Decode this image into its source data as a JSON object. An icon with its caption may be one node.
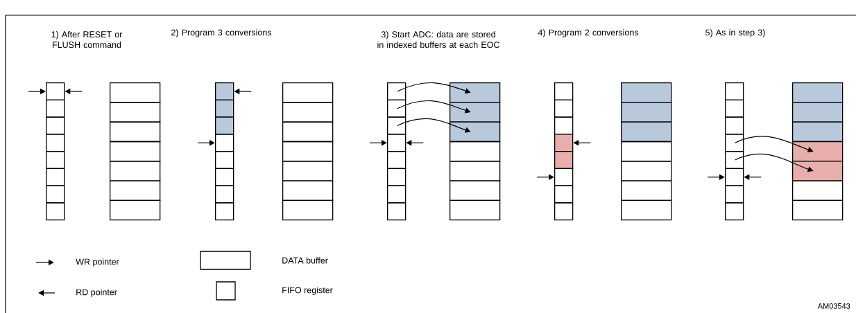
{
  "diagram": {
    "nodes": [
      {
        "text": [],
        "shape": "box"
      },
      {
        "text": [],
        "shape": "box"
      },
      {
        "text": [],
        "shape": "box"
      },
      {
        "text": [],
        "shape": "box"
      },
      {
        "text": [],
        "shape": "box"
      },
      {
        "text": [],
        "shape": "box"
      },
      {
        "text": [],
        "shape": "box"
      },
      {
        "text": [],
        "shape": "box"
      },
      {
        "text": [],
        "shape": "box"
      },
      {
        "text": [],
        "shape": "box"
      },
      {
        "text": [],
        "shape": "box"
      },
      {
        "text": [],
        "shape": "box"
      },
      {
        "text": [],
        "shape": "box"
      },
      {
        "text": [],
        "shape": "box"
      },
      {
        "text": [],
        "shape": "box"
      },
      {
        "text": [],
        "shape": "box"
      },
      {
        "text": [],
        "shape": "box"
      },
      {
        "text": [],
        "shape": "box"
      },
      {
        "text": [],
        "shape": "box"
      },
      {
        "text": [],
        "shape": "box"
      },
      {
        "text": [],
        "shape": "box"
      },
      {
        "text": [],
        "shape": "box"
      },
      {
        "text": [],
        "shape": "box"
      },
      {
        "text": [],
        "shape": "box"
      },
      {
        "text": [],
        "shape": "box"
      },
      {
        "text": [],
        "shape": "box"
      },
      {
        "text": [],
        "shape": "box"
      },
      {
        "text": [],
        "shape": "box"
      },
      {
        "text": [],
        "shape": "box"
      },
      {
        "text": [],
        "shape": "box"
      },
      {
        "text": [],
        "shape": "box"
      },
      {
        "text": [],
        "shape": "box"
      },
      {
        "text": [],
        "shape": "box"
      },
      {
        "text": [],
        "shape": "box"
      },
      {
        "text": [],
        "shape": "box"
      },
      {
        "text": [],
        "shape": "box"
      },
      {
        "text": [],
        "shape": "box"
      },
      {
        "text": [],
        "shape": "box"
      },
      {
        "text": [],
        "shape": "box"
      },
      {
        "text": [],
        "shape": "box"
      },
      {
        "text": [],
        "shape": "box"
      },
      {
        "text": [],
        "shape": "box"
      },
      {
        "text": [],
        "shape": "box"
      },
      {
        "text": [],
        "shape": "box"
      },
      {
        "text": [],
        "shape": "box"
      },
      {
        "text": [],
        "shape": "box"
      },
      {
        "text": [],
        "shape": "box"
      },
      {
        "text": [],
        "shape": "box"
      },
      {
        "text": [],
        "shape": "box"
      },
      {
        "text": [],
        "shape": "box"
      },
      {
        "text": [],
        "shape": "box"
      },
      {
        "text": [],
        "shape": "box"
      },
      {
        "text": [],
        "shape": "box"
      },
      {
        "text": [],
        "shape": "box"
      },
      {
        "text": [],
        "shape": "box"
      },
      {
        "text": [],
        "shape": "box"
      },
      {
        "text": [],
        "shape": "box"
      },
      {
        "text": [],
        "shape": "box"
      },
      {
        "text": [],
        "shape": "box"
      },
      {
        "text": [],
        "shape": "box"
      },
      {
        "text": [],
        "shape": "box"
      },
      {
        "text": [],
        "shape": "box"
      },
      {
        "text": [],
        "shape": "box"
      },
      {
        "text": [],
        "shape": "box"
      },
      {
        "text": [],
        "shape": "box"
      },
      {
        "text": [],
        "shape": "box"
      },
      {
        "text": [],
        "shape": "box"
      },
      {
        "text": [],
        "shape": "box"
      },
      {
        "text": [],
        "shape": "box"
      },
      {
        "text": [],
        "shape": "box"
      },
      {
        "text": [],
        "shape": "box"
      },
      {
        "text": [],
        "shape": "box"
      },
      {
        "text": [],
        "shape": "box"
      },
      {
        "text": [],
        "shape": "box"
      },
      {
        "text": [],
        "shape": "box"
      }
    ],
    "edges": [
      {
        "from": null,
        "to": 0,
        "arrow": "to"
      },
      {
        "from": null,
        "to": 0,
        "arrow": "to"
      },
      {
        "from": null,
        "to": 15,
        "arrow": "to"
      },
      {
        "from": null,
        "to": 18,
        "arrow": "to"
      },
      {
        "from": null,
        "to": 33,
        "arrow": "to"
      },
      {
        "from": null,
        "to": 33,
        "arrow": "to"
      },
      {
        "from": 30,
        "to": 38,
        "arrow": "to"
      },
      {
        "from": 31,
        "to": 39,
        "arrow": "to"
      },
      {
        "from": 32,
        "to": 40,
        "arrow": "to"
      },
      {
        "from": null,
        "to": 48,
        "arrow": "to"
      },
      {
        "from": null,
        "to": 50,
        "arrow": "to"
      },
      {
        "from": null,
        "to": 65,
        "arrow": "to"
      },
      {
        "from": null,
        "to": 65,
        "arrow": "to"
      },
      {
        "from": 63,
        "to": 71,
        "arrow": "to"
      },
      {
        "from": 64,
        "to": 72,
        "arrow": "to"
      }
    ],
    "labels": [
      "1) After RESET or FLUSH command",
      "2) Program 3 conversions",
      "3) Start ADC: data are stored in indexed buffers at each EOC",
      "4) Program 2 conversions",
      "5) As in step 3)",
      "AM03543"
    ],
    "legend": [
      {
        "text": "WR pointer"
      },
      {
        "text": "RD pointer"
      },
      {
        "text": "DATA buffer"
      },
      {
        "text": "FIFO register"
      }
    ]
  }
}
